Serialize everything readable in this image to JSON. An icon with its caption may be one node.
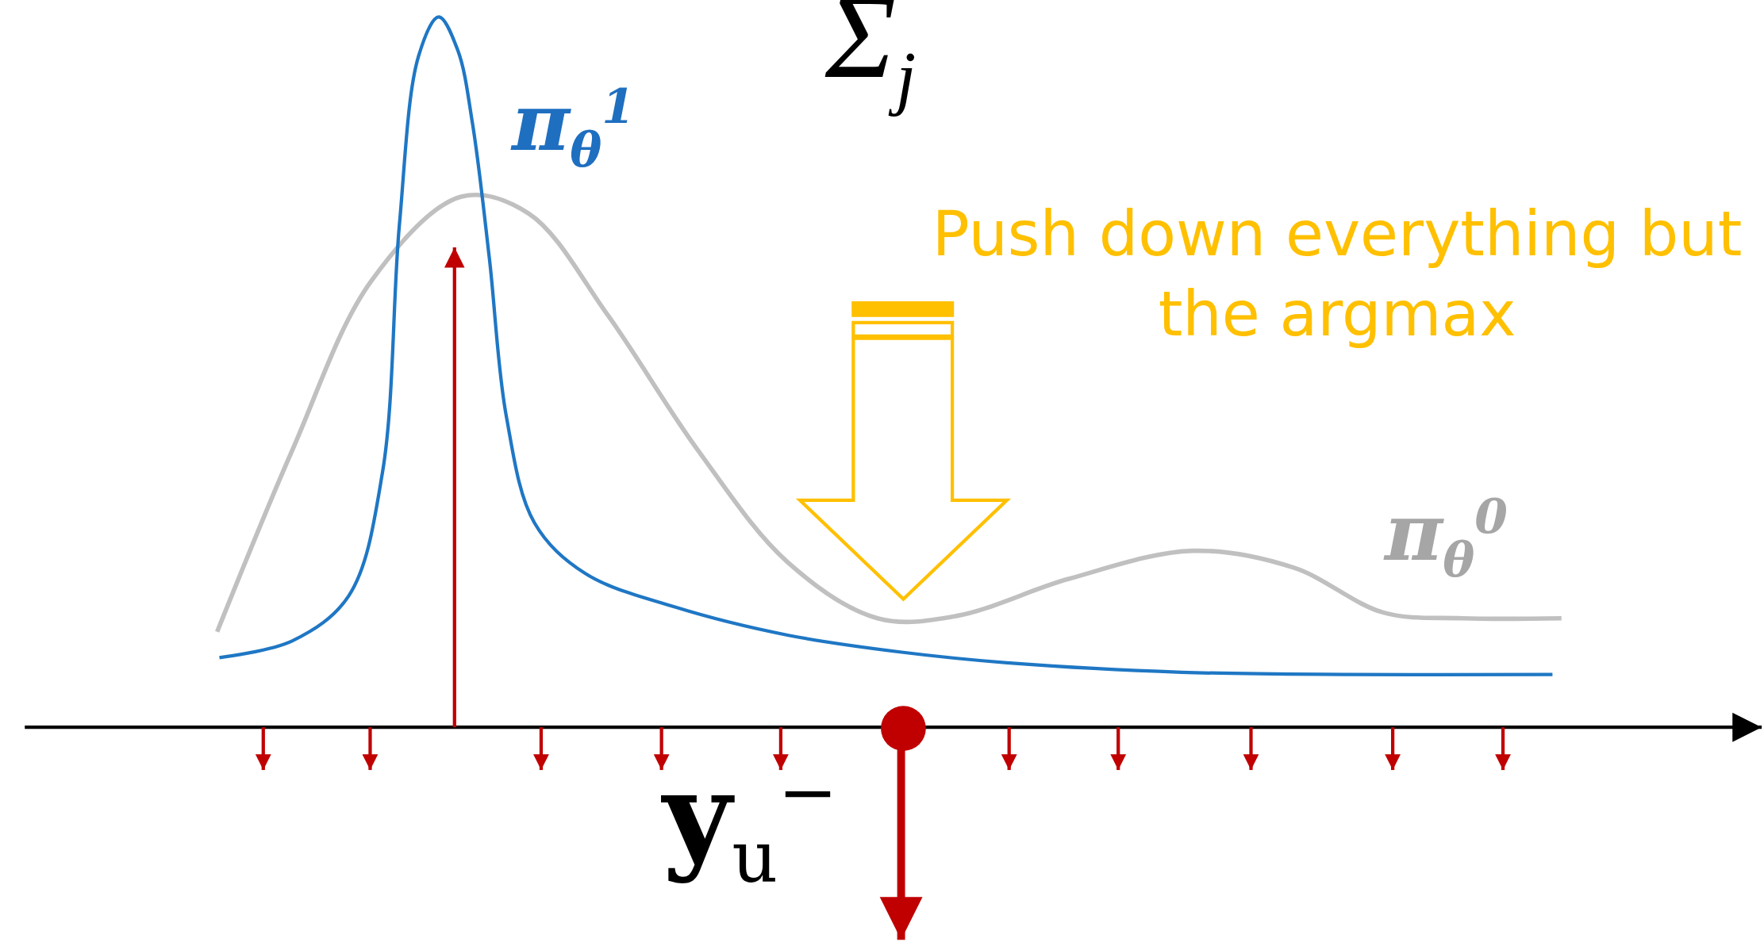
{
  "diagram": {
    "labels": [
      "Σ$_{j}$",
      "π$_{θ}$$^{1}$",
      "Push down everything but the argmax",
      "π$_{θ}$$^{0}$",
      "**y**$_{u}$$^{−}$"
    ]
  }
}
